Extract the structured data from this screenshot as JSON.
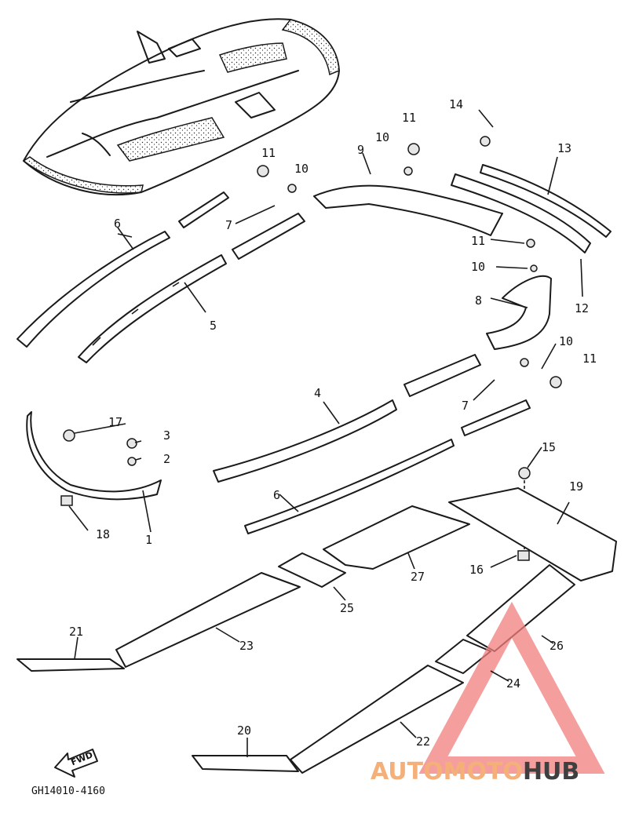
{
  "callouts": {
    "p1": "1",
    "p2": "2",
    "p3": "3",
    "p4": "4",
    "p5": "5",
    "p6a": "6",
    "p6b": "6",
    "p7a": "7",
    "p7b": "7",
    "p8": "8",
    "p9": "9",
    "p10a": "10",
    "p10b": "10",
    "p10c": "10",
    "p10d": "10",
    "p11a": "11",
    "p11b": "11",
    "p11c": "11",
    "p11d": "11",
    "p12": "12",
    "p13": "13",
    "p14": "14",
    "p15": "15",
    "p16": "16",
    "p17": "17",
    "p18": "18",
    "p19": "19",
    "p20": "20",
    "p21": "21",
    "p22": "22",
    "p23": "23",
    "p24": "24",
    "p25": "25",
    "p26": "26",
    "p27": "27"
  },
  "fwd_label": "FWD",
  "diagram_code": "GH14010-4160",
  "watermark": {
    "part1": "AUTOMOTO",
    "part2": "HUB",
    "color1": "#f5b07a",
    "color2": "#3f3f3f",
    "logo_color": "#f27d7d"
  }
}
